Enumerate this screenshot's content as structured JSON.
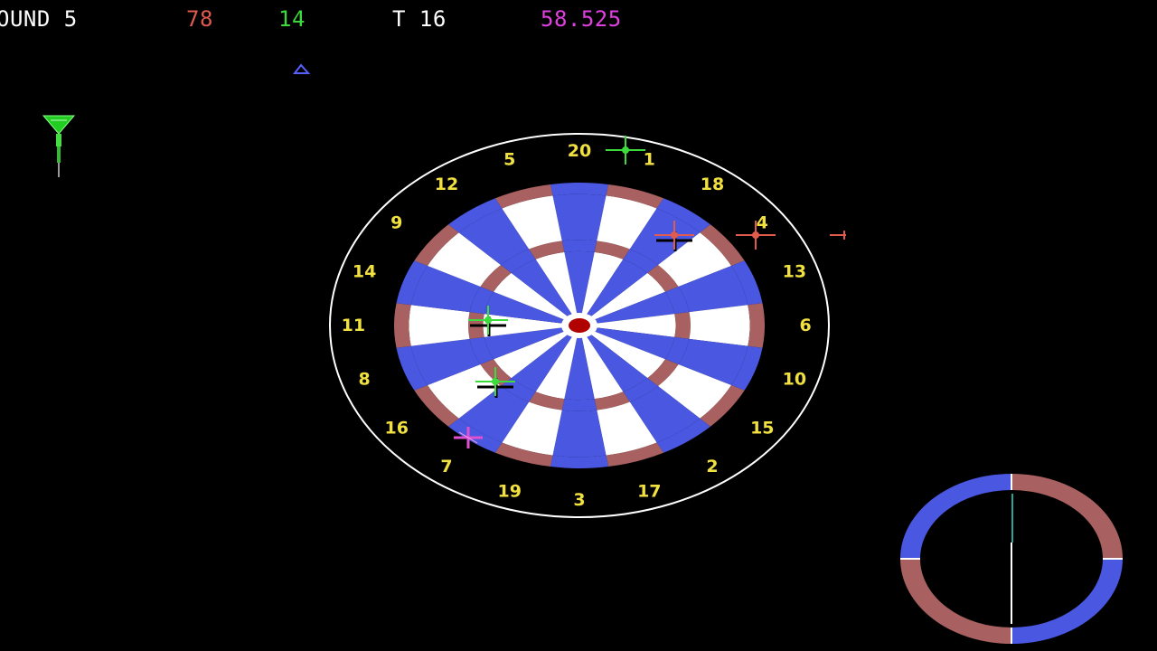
{
  "hud": {
    "round_label": "OUND 5",
    "score_red": "78",
    "score_green": "14",
    "turn_label": "T 16",
    "timer": "58.525"
  },
  "board": {
    "numbers": [
      "20",
      "1",
      "18",
      "4",
      "13",
      "6",
      "10",
      "15",
      "2",
      "17",
      "3",
      "19",
      "7",
      "16",
      "8",
      "11",
      "14",
      "9",
      "12",
      "5"
    ]
  },
  "icons": {
    "dart": "dart-icon",
    "direction_marker": "triangle-marker-icon",
    "stuck_dart": "dart-hit-cross-icon",
    "aim_cursor": "aim-cursor-icon",
    "tilt_gauge": "tilt-gauge-icon"
  },
  "colors": {
    "background": "#000000",
    "hud_text": "#ffffff",
    "score_red": "#e05a4e",
    "score_green": "#3ddc3d",
    "timer": "#e040e0",
    "board_blue": "#4a57e0",
    "board_red": "#a86060",
    "board_white": "#ffffff",
    "bullseye": "#b00000",
    "numbers": "#f0e040",
    "aim_cursor": "#e050d0"
  }
}
